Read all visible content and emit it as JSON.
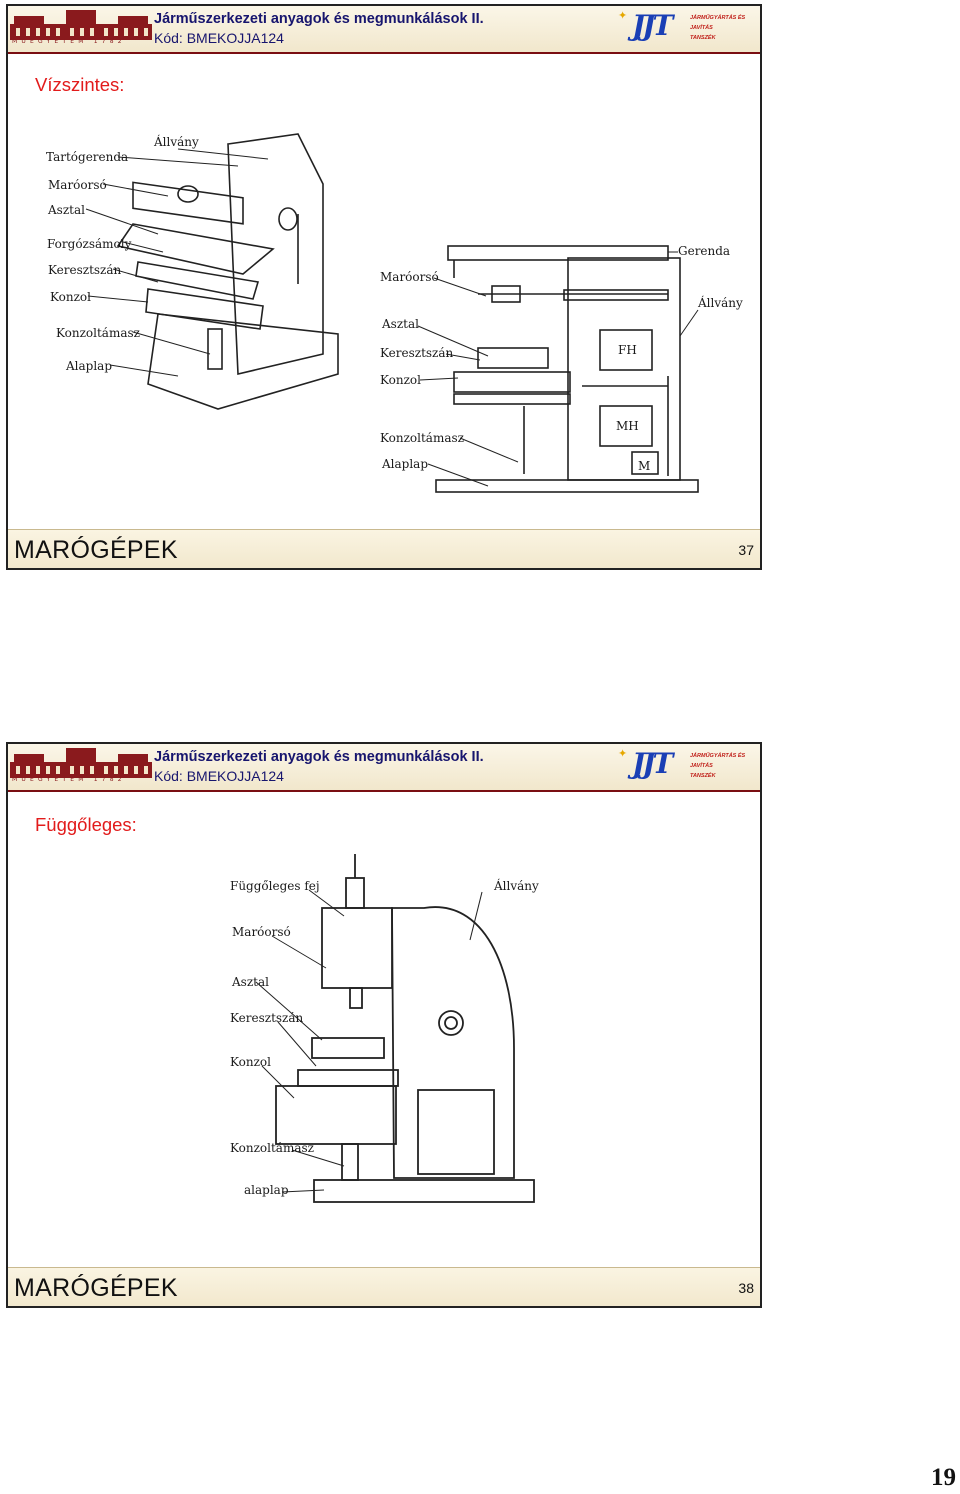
{
  "header": {
    "title": "Járműszerkezeti anyagok és megmunkálások II.",
    "code": "Kód: BMEKOJJA124",
    "uni_text": "MŰEGYETEM 1782",
    "jjt_letters": "JJT",
    "jjt_line1": "JÁRMŰGYÁRTÁS ÉS",
    "jjt_line2": "JAVÍTÁS",
    "jjt_line3": "TANSZÉK"
  },
  "slides": [
    {
      "heading": "Vízszintes:",
      "footer_title": "MARÓGÉPEK",
      "page_number": "37",
      "left_labels": [
        "Tartógerenda",
        "Állvány",
        "Maróorsó",
        "Asztal",
        "Forgózsámoly",
        "Keresztszán",
        "Konzol",
        "Konzoltámasz",
        "Alaplap"
      ],
      "right_labels": [
        "Gerenda",
        "Maróorsó",
        "Állvány",
        "Asztal",
        "Keresztszán",
        "Konzol",
        "Konzoltámasz",
        "Alaplap",
        "FH",
        "MH",
        "M"
      ]
    },
    {
      "heading": "Függőleges:",
      "footer_title": "MARÓGÉPEK",
      "page_number": "38",
      "labels": [
        "Függőleges fej",
        "Állvány",
        "Maróorsó",
        "Asztal",
        "Keresztszán",
        "Konzol",
        "Konzoltámasz",
        "alaplap"
      ]
    }
  ],
  "sheet_number": "19",
  "colors": {
    "heading": "#e21b1b",
    "header_text": "#17156e",
    "header_rule": "#7a0e12",
    "logo_red": "#8a1a1d",
    "jjt_blue": "#1a3fb5"
  }
}
